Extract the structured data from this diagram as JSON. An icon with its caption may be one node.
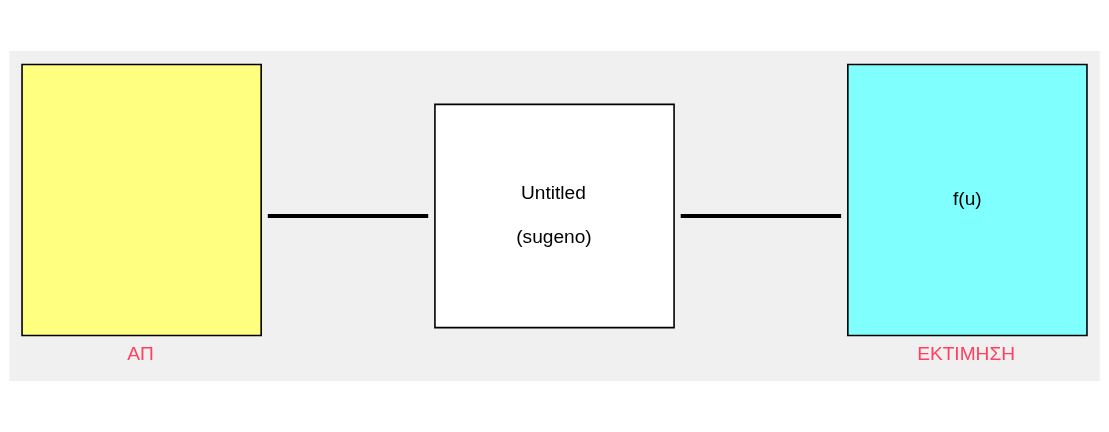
{
  "diagram": {
    "nodes": [
      {
        "text": [],
        "shape": "box",
        "beside": [
          "ΑΠ"
        ]
      },
      {
        "text": [
          "Untitled",
          "(sugeno)"
        ]
      },
      {
        "text": [
          "f(u)"
        ],
        "beside": [
          "ΕΚΤΙΜΗΣΗ"
        ]
      }
    ],
    "edges": [
      {
        "from": 0,
        "to": 1,
        "arrow": "none"
      },
      {
        "from": 1,
        "to": 2,
        "arrow": "none"
      }
    ]
  }
}
